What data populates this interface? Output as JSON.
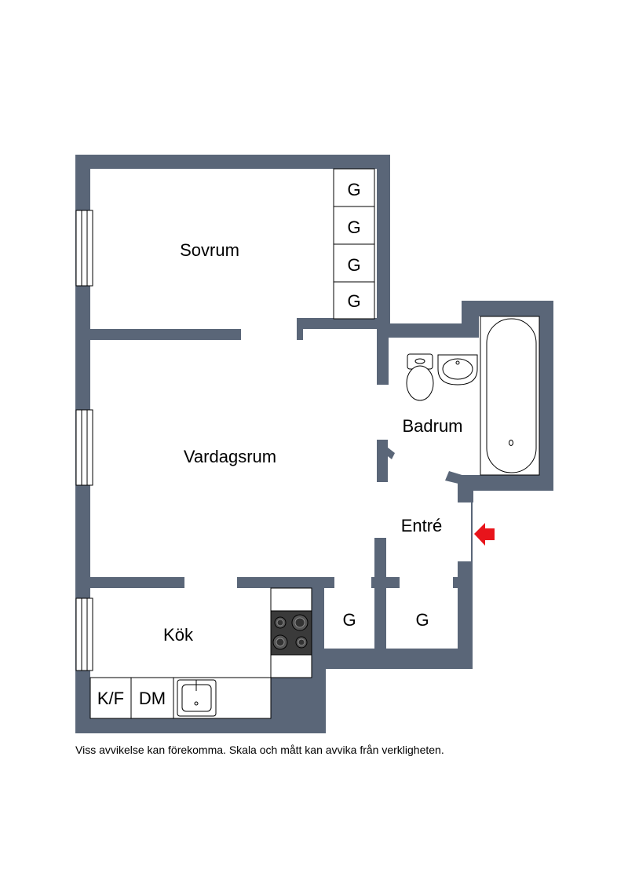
{
  "colors": {
    "wall": "#5a6678",
    "background": "#ffffff",
    "entry_arrow": "#e8141b",
    "fixture_line": "#000000"
  },
  "rooms": {
    "sovrum": "Sovrum",
    "vardagsrum": "Vardagsrum",
    "badrum": "Badrum",
    "entre": "Entré",
    "kok": "Kök"
  },
  "closets": {
    "sovrum": [
      "G",
      "G",
      "G",
      "G"
    ],
    "hall_left": "G",
    "hall_right": "G"
  },
  "kitchen": {
    "fridge_freezer": "K/F",
    "dishwasher": "DM"
  },
  "icons": [
    "toilet-icon",
    "washbasin-icon",
    "bathtub-icon",
    "stove-icon",
    "sink-icon",
    "entry-arrow-icon",
    "window-icon"
  ],
  "disclaimer": "Viss avvikelse kan förekomma. Skala och mått kan avvika från verkligheten."
}
